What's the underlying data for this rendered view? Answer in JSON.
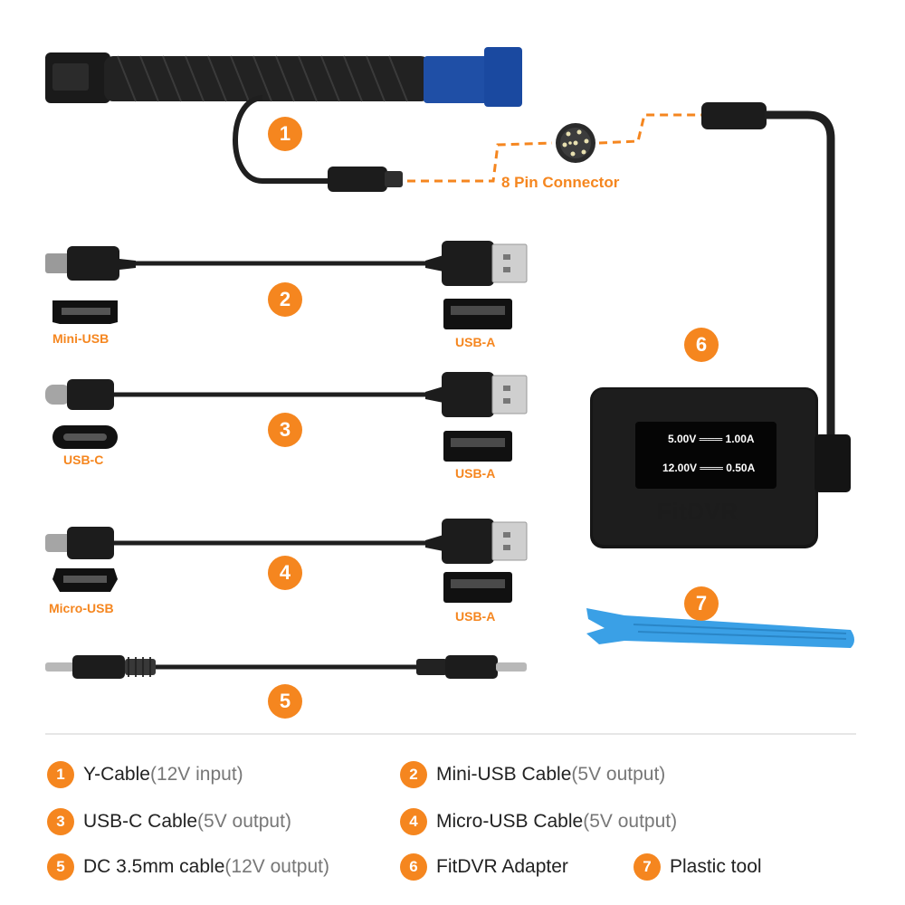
{
  "items": [
    {
      "num": "1",
      "name": "Y-Cable",
      "note": "(12V input)"
    },
    {
      "num": "2",
      "name": "Mini-USB Cable",
      "note": "(5V output)"
    },
    {
      "num": "3",
      "name": "USB-C Cable",
      "note": "(5V output)"
    },
    {
      "num": "4",
      "name": "Micro-USB Cable",
      "note": "(5V output)"
    },
    {
      "num": "5",
      "name": "DC 3.5mm cable",
      "note": "(12V output)"
    },
    {
      "num": "6",
      "name": "FitDVR Adapter",
      "note": ""
    },
    {
      "num": "7",
      "name": "Plastic tool",
      "note": ""
    }
  ],
  "labels": {
    "connector": "8 Pin Connector",
    "mini_usb": "Mini-USB",
    "usb_c": "USB-C",
    "micro_usb": "Micro-USB",
    "usb_a": "USB-A"
  },
  "adapter": {
    "brand": "FitDVR",
    "reading_1": "5.00V ═══ 1.00A",
    "reading_2": "12.00V ═══ 0.50A"
  },
  "colors": {
    "accent": "#f5861f",
    "cable": "#1f1f1f",
    "blue_connector": "#1f4fa6",
    "tool": "#3aa0e6"
  }
}
